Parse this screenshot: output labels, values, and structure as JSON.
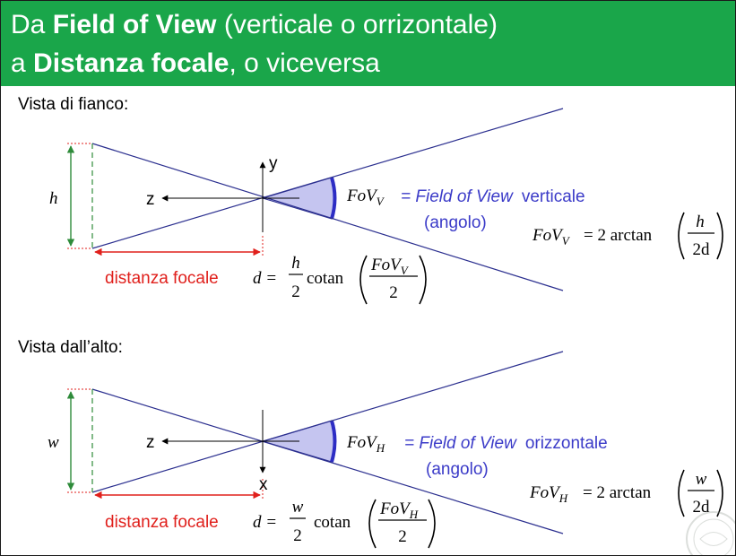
{
  "title": {
    "line1": {
      "prefix": "Da ",
      "bold": "Field of View",
      "suffix": " (verticale o orrizontale)"
    },
    "line2": {
      "prefix": "a ",
      "bold": "Distanza focale",
      "suffix": ", o viceversa"
    }
  },
  "side_view": {
    "label": "Vista di fianco:",
    "dim_label": "h",
    "axis_vertical": "y",
    "axis_horizontal": "z",
    "fov_symbol": "FoV",
    "fov_subscript": "V",
    "fov_definition": "= Field of View",
    "fov_orientation": "verticale",
    "angle_note": "(angolo)",
    "focal_label": "distanza focale",
    "formula_d": {
      "lhs": "d =",
      "numerator": "h",
      "denominator": "2",
      "func": "cotan",
      "inner_numerator": "FoV",
      "inner_subscript": "V",
      "inner_denominator": "2"
    },
    "formula_fov": {
      "lhs": "FoV",
      "lhs_subscript": "V",
      "rhs": "= 2 arctan",
      "numerator": "h",
      "denominator": "2d"
    }
  },
  "top_view": {
    "label": "Vista dall’alto:",
    "dim_label": "w",
    "axis_vertical": "x",
    "axis_horizontal": "z",
    "fov_symbol": "FoV",
    "fov_subscript": "H",
    "fov_definition": "= Field of View",
    "fov_orientation": "orizzontale",
    "angle_note": "(angolo)",
    "focal_label": "distanza focale",
    "formula_d": {
      "lhs": "d =",
      "numerator": "w",
      "denominator": "2",
      "func": "cotan",
      "inner_numerator": "FoV",
      "inner_subscript": "H",
      "inner_denominator": "2"
    },
    "formula_fov": {
      "lhs": "FoV",
      "lhs_subscript": "H",
      "rhs": "= 2 arctan",
      "numerator": "w",
      "denominator": "2d"
    }
  },
  "colors": {
    "header_bg": "#1aa64a",
    "ray_line": "#2b2f8f",
    "fov_text": "#3b3bc8",
    "fov_fill": "#c5c5f0",
    "fov_arc": "#2d2dc4",
    "dimension_green": "#2e8b3a",
    "focal_red": "#e0201c"
  }
}
